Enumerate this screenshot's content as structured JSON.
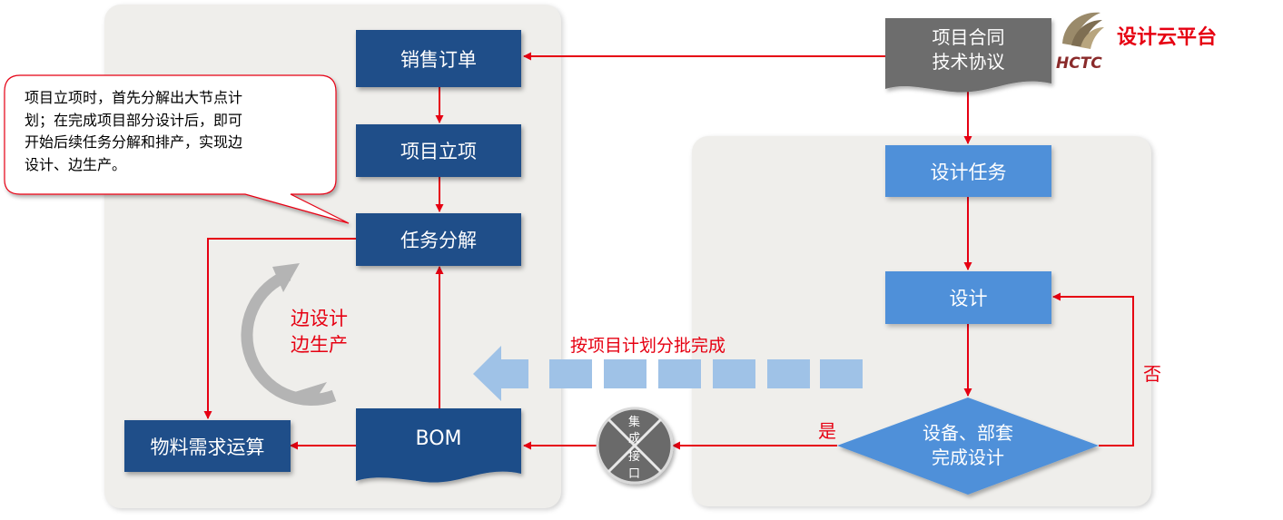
{
  "brand": {
    "title": "设计云平台",
    "logo_text": "HCTC"
  },
  "left_flow": {
    "sales_order": "销售订单",
    "project_setup": "项目立项",
    "task_decomposition": "任务分解",
    "material_calc": "物料需求运算",
    "bom": "BOM"
  },
  "cycle": {
    "line1": "边设计",
    "line2": "边生产"
  },
  "callout": {
    "lines": [
      "项目立项时，首先分解出大节点计",
      "划；在完成项目部分设计后，即可",
      "开始后续任务分解和排产，实现边",
      "设计、边生产。"
    ]
  },
  "right_flow": {
    "contract": {
      "line1": "项目合同",
      "line2": "技术协议"
    },
    "design_task": "设计任务",
    "design": "设计",
    "decision": {
      "line1": "设备、部套",
      "line2": "完成设计"
    },
    "yes": "是",
    "no": "否"
  },
  "interface": {
    "chars": [
      "集",
      "成",
      "接",
      "口"
    ]
  },
  "batch_label": "按项目计划分批完成",
  "colors": {
    "dark_blue": "#1f4e89",
    "light_blue": "#4f90d9",
    "arrow_red": "#e60012",
    "brand_red": "#e60012",
    "panel": "#efeeeb"
  }
}
